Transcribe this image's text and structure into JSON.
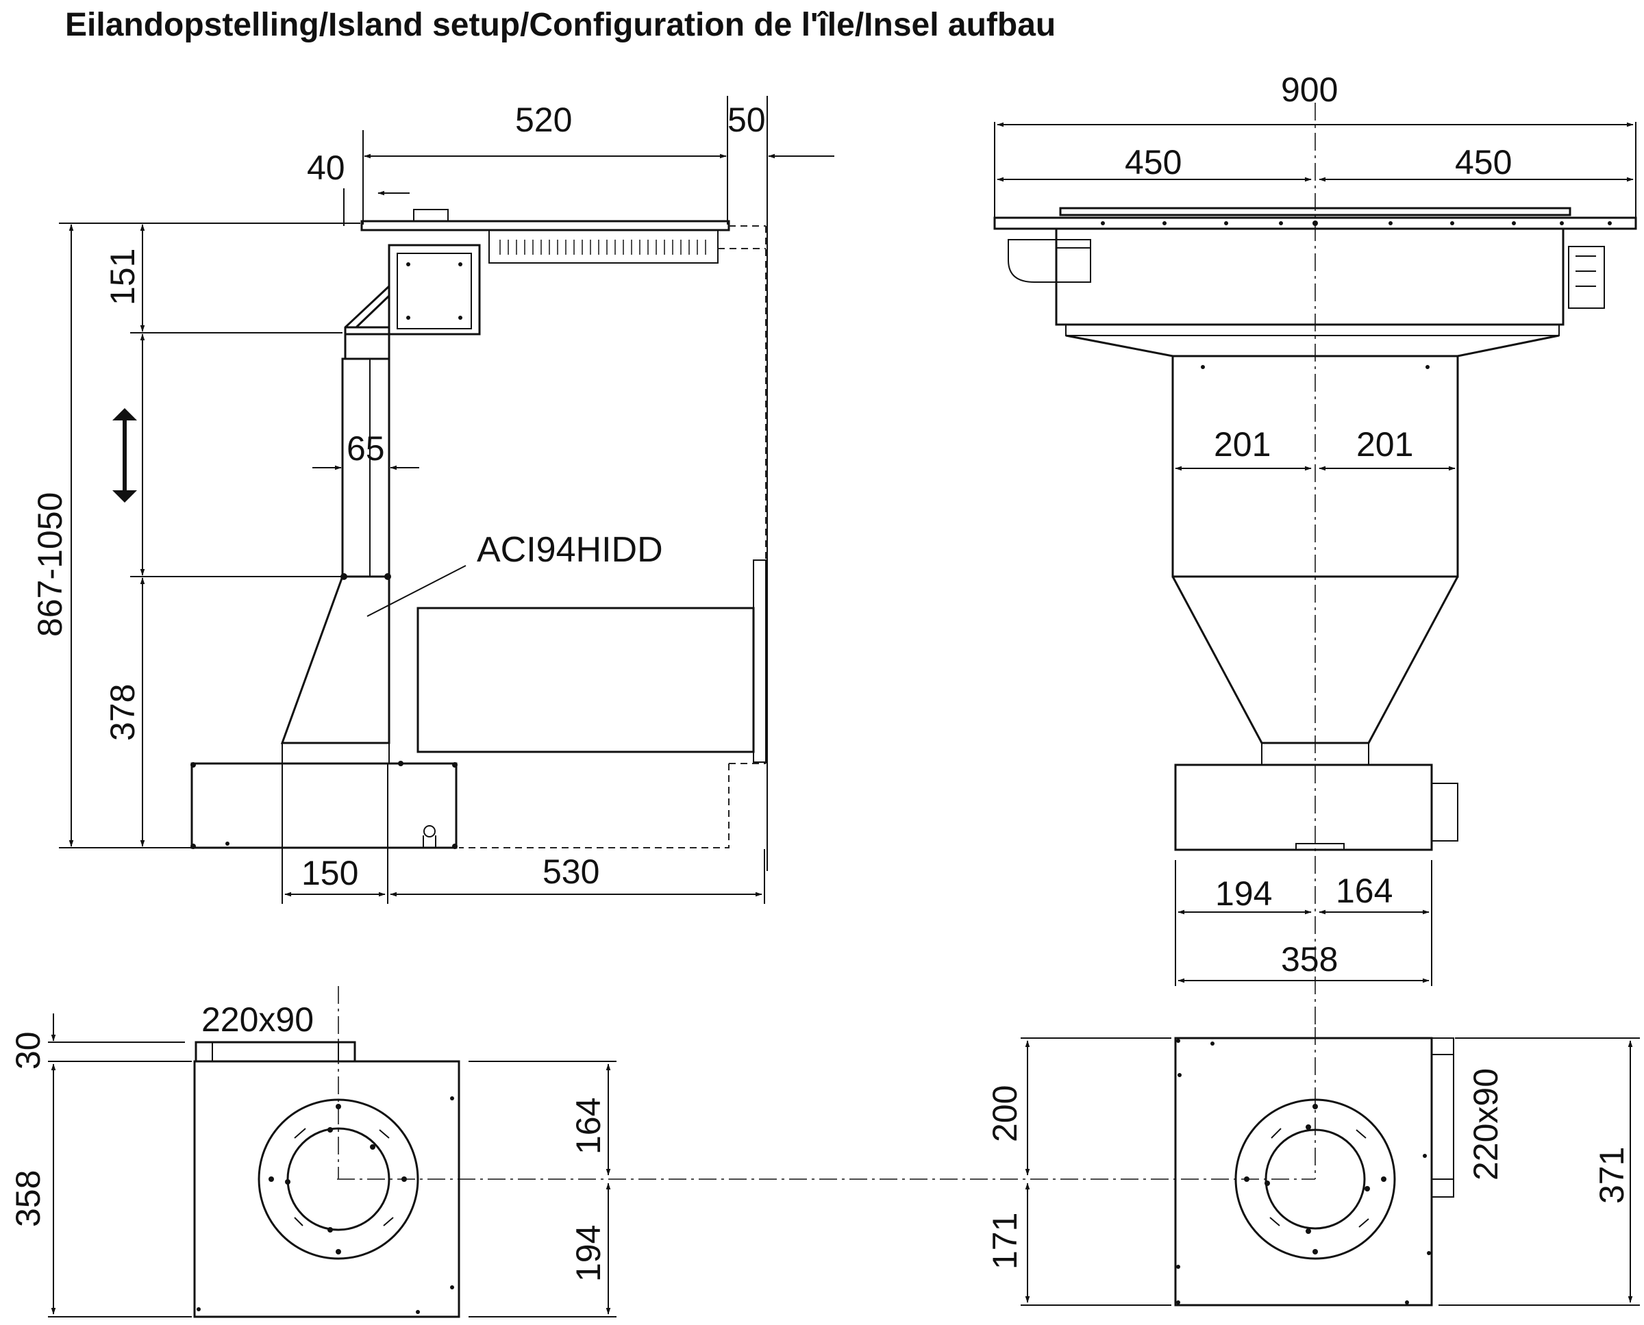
{
  "title": "Eilandopstelling/Island setup/Configuration de l'île/Insel aufbau",
  "model_label": "ACI94HIDD",
  "side_view": {
    "width_520": "520",
    "offset_50": "50",
    "offset_40": "40",
    "height_151": "151",
    "height_total": "867-1050",
    "pipe_65": "65",
    "height_378": "378",
    "base_150": "150",
    "base_530": "530"
  },
  "front_view": {
    "width_900": "900",
    "half_left_450": "450",
    "half_right_450": "450",
    "duct_left_201": "201",
    "duct_right_201": "201",
    "box_left_194": "194",
    "box_right_164": "164",
    "box_total_358": "358"
  },
  "plan_left": {
    "outlet_220x90": "220x90",
    "outlet_depth_30": "30",
    "depth_358": "358",
    "upper_164": "164",
    "lower_194": "194"
  },
  "plan_right": {
    "upper_200": "200",
    "lower_171": "171",
    "outlet_220x90": "220x90",
    "total_371": "371"
  }
}
